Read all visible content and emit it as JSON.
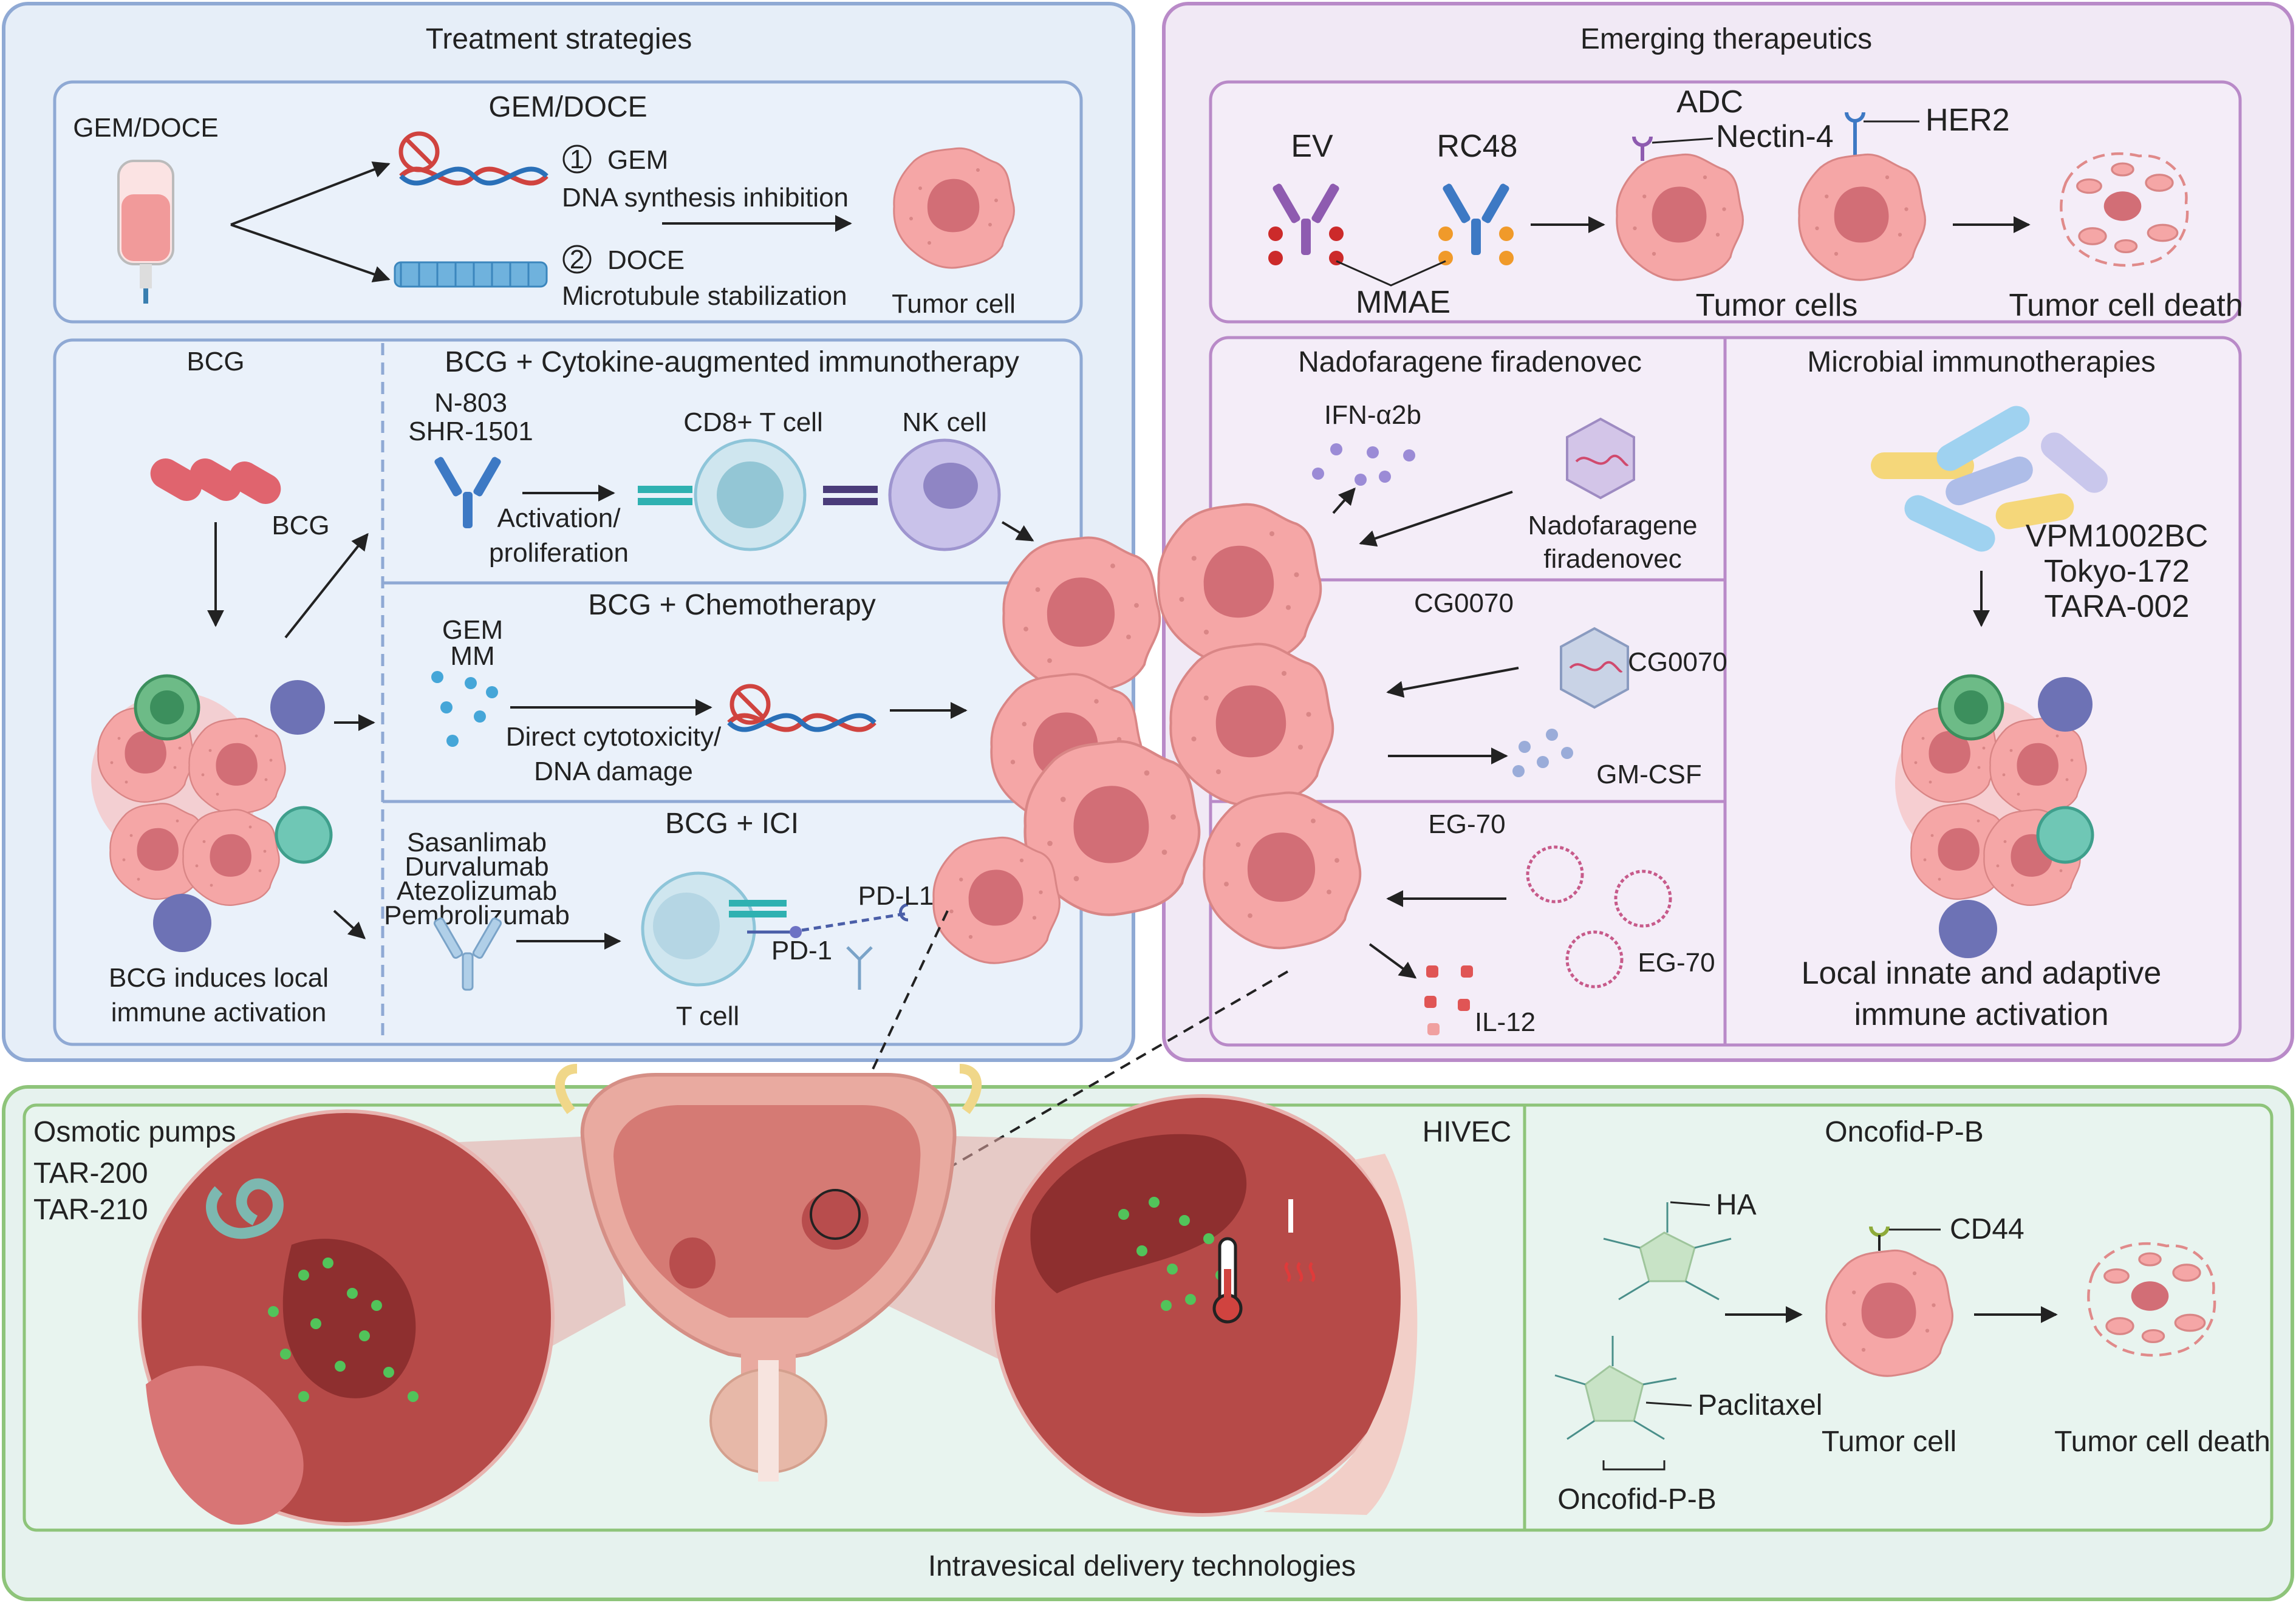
{
  "panels": {
    "treatment": {
      "title": "Treatment strategies",
      "gem_docé_title": "GEM/DOCE",
      "gem_docé_drug": "GEM/DOCE",
      "gem_num": "1",
      "gem_name": "GEM",
      "gem_desc": "DNA synthesis inhibition",
      "doce_num": "2",
      "doce_name": "DOCE",
      "doce_desc": "Microtubule stabilization",
      "tumor_cell": "Tumor cell",
      "bcg_title": "BCG",
      "bcg_label": "BCG",
      "bcg_caption_1": "BCG induces local",
      "bcg_caption_2": "immune activation",
      "cytokine_title": "BCG + Cytokine-augmented immunotherapy",
      "n803": "N-803",
      "shr1501": "SHR-1501",
      "activation_1": "Activation/",
      "activation_2": "proliferation",
      "cd8": "CD8+ T cell",
      "nk": "NK cell",
      "chemo_title": "BCG + Chemotherapy",
      "chemo_gem": "GEM",
      "chemo_mm": "MM",
      "cytotox_1": "Direct cytotoxicity/",
      "cytotox_2": "DNA damage",
      "ici_title": "BCG + ICI",
      "ici_drugs": [
        "Sasanlimab",
        "Durvalumab",
        "Atezolizumab",
        "Pembrolizumab"
      ],
      "pdl1": "PD-L1",
      "pd1": "PD-1",
      "tcell": "T cell"
    },
    "emerging": {
      "title": "Emerging therapeutics",
      "adc": "ADC",
      "ev": "EV",
      "rc48": "RC48",
      "nectin4": "Nectin-4",
      "her2": "HER2",
      "mmae": "MMAE",
      "tumor_cells": "Tumor cells",
      "tumor_death": "Tumor cell death",
      "nado_title": "Nadofaragene firadenovec",
      "ifn": "IFN-α2b",
      "nado_1": "Nadofaragene",
      "nado_2": "firadenovec",
      "cg_title": "CG0070",
      "cg_label": "CG0070",
      "gmcsf": "GM-CSF",
      "eg_title": "EG-70",
      "eg_label": "EG-70",
      "il12": "IL-12",
      "micro_title": "Microbial immunotherapies",
      "micro_drugs": [
        "VPM1002BC",
        "Tokyo-172",
        "TARA-002"
      ],
      "micro_caption_1": "Local innate and adaptive",
      "micro_caption_2": "immune activation"
    },
    "delivery": {
      "title": "Intravesical delivery technologies",
      "osmotic": "Osmotic pumps",
      "tar200": "TAR-200",
      "tar210": "TAR-210",
      "hivec": "HIVEC",
      "oncofid_title": "Oncofid-P-B",
      "ha": "HA",
      "cd44": "CD44",
      "paclitaxel": "Paclitaxel",
      "tumor_cell": "Tumor cell",
      "tumor_death": "Tumor cell death",
      "oncofid_label": "Oncofid-P-B"
    }
  },
  "colors": {
    "blue_panel": "#e6eef8",
    "blue_border": "#8fa9d4",
    "purple_panel": "#f1e9f5",
    "purple_border": "#b98ac8",
    "green_panel": "#e6f2ee",
    "green_border": "#8ec47a",
    "tumor": "#f4a3a3",
    "tumor_nucleus": "#d36d74"
  }
}
